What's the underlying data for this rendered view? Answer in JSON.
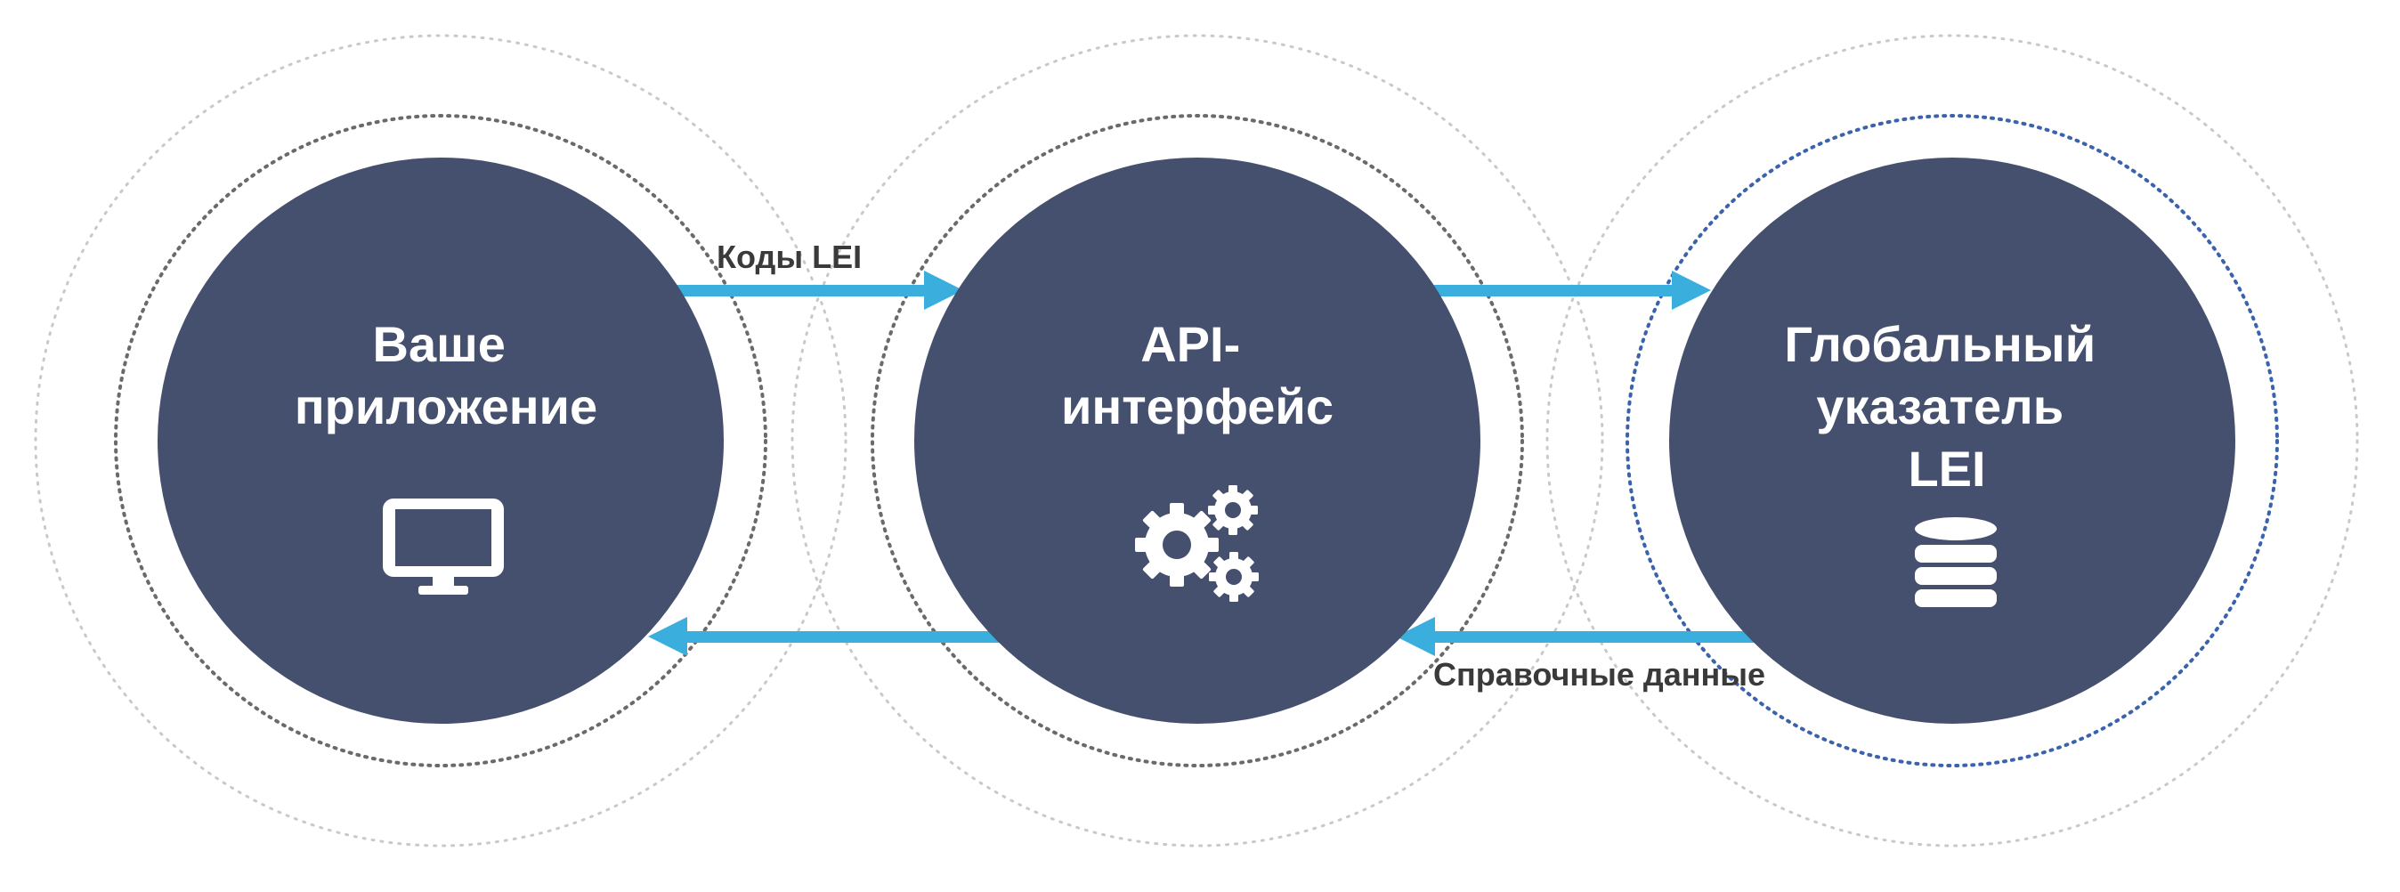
{
  "nodes": [
    {
      "id": "app",
      "title_lines": [
        "Ваше",
        "приложение"
      ],
      "icon": "monitor-icon"
    },
    {
      "id": "api",
      "title_lines": [
        "API-",
        "интерфейс"
      ],
      "icon": "gears-icon"
    },
    {
      "id": "lei",
      "title_lines": [
        "Глобальный",
        "указатель",
        "LEI"
      ],
      "icon": "database-icon"
    }
  ],
  "edges": {
    "forward_label": "Коды LEI",
    "backward_label": "Справочные данные"
  },
  "colors": {
    "node_fill": "#44506e",
    "arrow": "#3aaedd",
    "ring_outer": "#c9c9c9",
    "ring_inner": "#6a6a6a",
    "ring_inner_accent": "#3b63ad",
    "label_text": "#3a3a3a",
    "icon": "#ffffff"
  }
}
